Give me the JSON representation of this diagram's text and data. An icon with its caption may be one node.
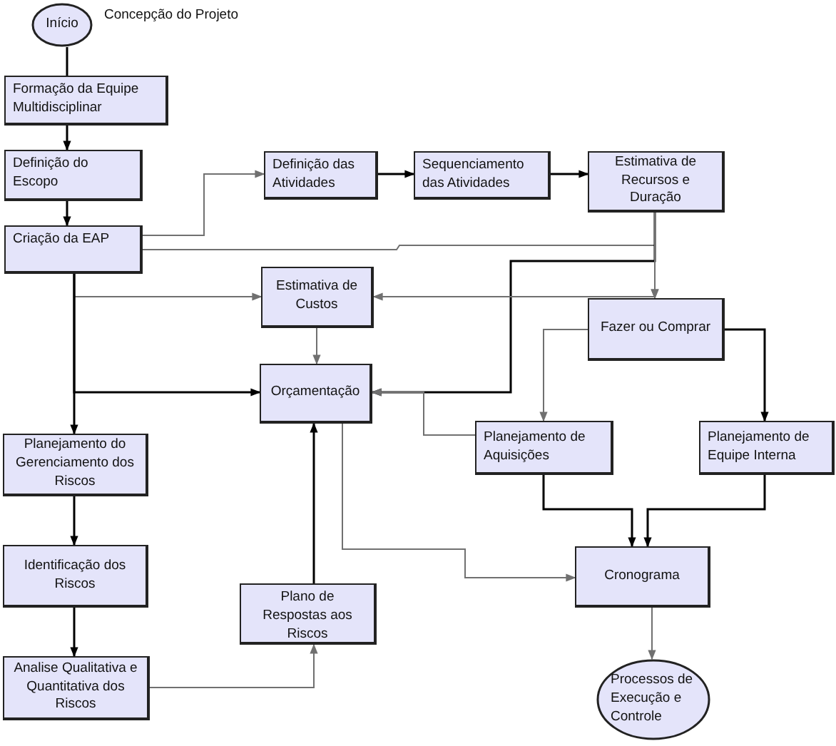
{
  "diagram": {
    "nodes": [
      {
        "text": [
          "Início"
        ],
        "beside": [
          "Concepção do Projeto"
        ]
      },
      {
        "text": [
          "Formação da Equipe Multidisciplinar"
        ]
      },
      {
        "text": [
          "Definição do Escopo"
        ]
      },
      {
        "text": [
          "Criação da EAP"
        ]
      },
      {
        "text": [
          "Definição das Atividades"
        ]
      },
      {
        "text": [
          "Sequenciamento das Atividades"
        ]
      },
      {
        "text": [
          "Estimativa de Recursos e Duração"
        ]
      },
      {
        "text": [
          "Estimativa de Custos"
        ]
      },
      {
        "text": [
          "Orçamentação"
        ]
      },
      {
        "text": [
          "Fazer ou Comprar"
        ]
      },
      {
        "text": [
          "Planejamento do Gerenciamento dos Riscos"
        ]
      },
      {
        "text": [
          "Identificação dos Riscos"
        ]
      },
      {
        "text": [
          "Planejamento de Aquisições"
        ]
      },
      {
        "text": [
          "Planejamento de Equipe Interna"
        ]
      },
      {
        "text": [
          "Plano de Respostas aos Riscos"
        ]
      },
      {
        "text": [
          "Analise Qualitativa e Quantitativa dos Riscos"
        ]
      },
      {
        "text": [
          "Cronograma"
        ]
      },
      {
        "text": [
          "Processos de Execução e Controle"
        ]
      }
    ],
    "edges": [
      {
        "from": 0,
        "to": 1,
        "arrow": "none"
      },
      {
        "from": 1,
        "to": 2,
        "arrow": "to"
      },
      {
        "from": 2,
        "to": 3,
        "arrow": "to"
      },
      {
        "from": 3,
        "to": 4,
        "arrow": "to",
        "color": "#707070"
      },
      {
        "from": 4,
        "to": 5,
        "arrow": "to"
      },
      {
        "from": 5,
        "to": 6,
        "arrow": "to"
      },
      {
        "from": 3,
        "to": 9,
        "arrow": "to",
        "color": "#707070"
      },
      {
        "from": 6,
        "to": 9,
        "arrow": "to",
        "color": "#707070"
      },
      {
        "from": 6,
        "to": 8,
        "arrow": "to"
      },
      {
        "from": 3,
        "to": 7,
        "arrow": "to",
        "color": "#707070"
      },
      {
        "from": 6,
        "to": 7,
        "arrow": "to",
        "color": "#707070"
      },
      {
        "from": 7,
        "to": 8,
        "arrow": "to",
        "color": "#707070"
      },
      {
        "from": 3,
        "to": 8,
        "arrow": "to"
      },
      {
        "from": 3,
        "to": 10,
        "arrow": "to"
      },
      {
        "from": 9,
        "to": 12,
        "arrow": "to",
        "color": "#707070"
      },
      {
        "from": 9,
        "to": 13,
        "arrow": "to"
      },
      {
        "from": 12,
        "to": 8,
        "arrow": "to",
        "color": "#707070"
      },
      {
        "from": 12,
        "to": 16,
        "arrow": "to"
      },
      {
        "from": 13,
        "to": 16,
        "arrow": "to"
      },
      {
        "from": 8,
        "to": 16,
        "arrow": "to",
        "color": "#707070"
      },
      {
        "from": 10,
        "to": 11,
        "arrow": "to"
      },
      {
        "from": 11,
        "to": 15,
        "arrow": "to"
      },
      {
        "from": 15,
        "to": 14,
        "arrow": "to",
        "color": "#707070"
      },
      {
        "from": 14,
        "to": 8,
        "arrow": "to"
      },
      {
        "from": 16,
        "to": 17,
        "arrow": "to",
        "color": "#707070"
      }
    ]
  }
}
